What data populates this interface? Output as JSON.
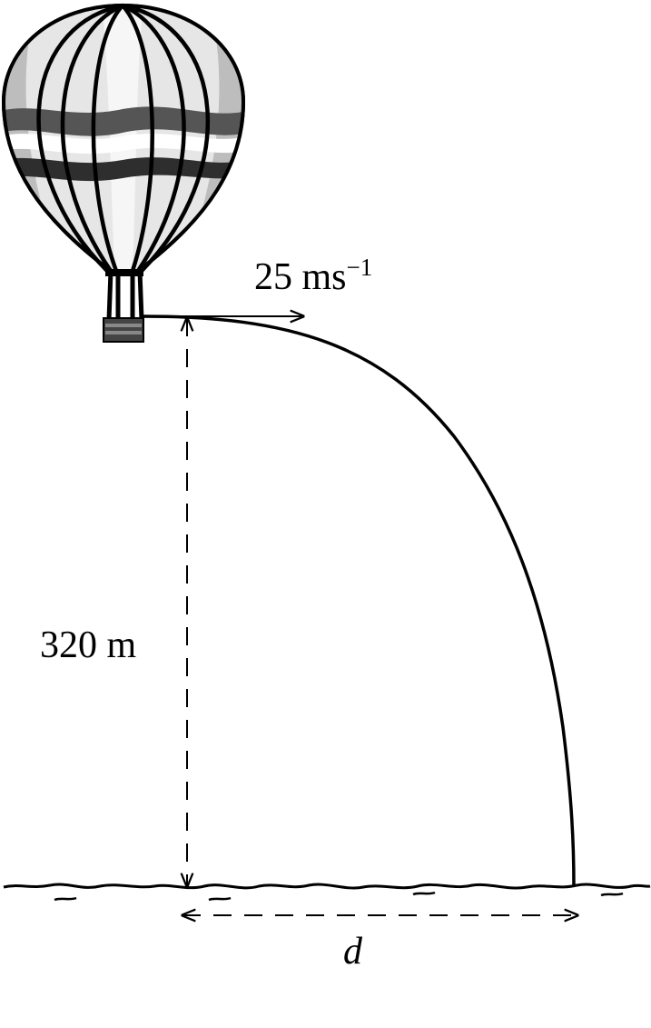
{
  "labels": {
    "velocity_value": "25 ms",
    "velocity_exponent": "−1",
    "height": "320 m",
    "distance": "d"
  },
  "colors": {
    "ink": "#000000",
    "balloon_light": "#e6e6e6",
    "balloon_mid": "#b8b8b8",
    "band_dark": "#505050",
    "band_darker": "#2e2e2e",
    "background": "#ffffff"
  },
  "icons": {
    "balloon": "hot-air-balloon-icon"
  }
}
